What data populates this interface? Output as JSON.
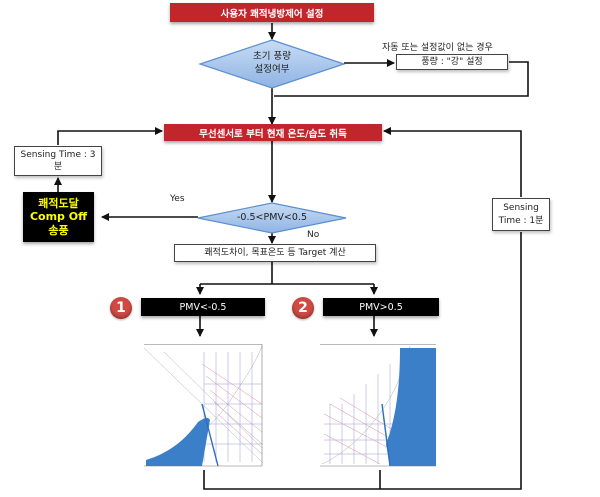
{
  "nodes": {
    "start": "사용자 쾌적냉방제어 설정",
    "decision_fan_line1": "초기 풍량",
    "decision_fan_line2": "설정여부",
    "auto_label": "자동 또는 설정값이 없는 경우",
    "fan_set": "풍량 : \"강\" 설정",
    "sensor_read": "무선센서로 부터 현재 온도/습도 취득",
    "decision_pmv": "-0.5<PMV<0.5",
    "yes_label": "Yes",
    "no_label": "No",
    "comfort_line1": "쾌적도달",
    "comfort_line2": "Comp Off",
    "comfort_line3": "송풍",
    "sensing_left_line1": "Sensing Time : 3",
    "sensing_left_line2": "분",
    "sensing_right_line1": "Sensing",
    "sensing_right_line2": "Time : 1분",
    "calc": "쾌적도차이, 목표온도 등 Target 계산",
    "case1_num": "1",
    "case1_label": "PMV<-0.5",
    "case2_num": "2",
    "case2_label": "PMV>0.5"
  },
  "colors": {
    "red": "#c0262c",
    "diamond_fill": "#a9c7ec",
    "diamond_stroke": "#5b8fcf",
    "chart_blue": "#3b7fc9",
    "yellow_text": "#ffff00"
  }
}
